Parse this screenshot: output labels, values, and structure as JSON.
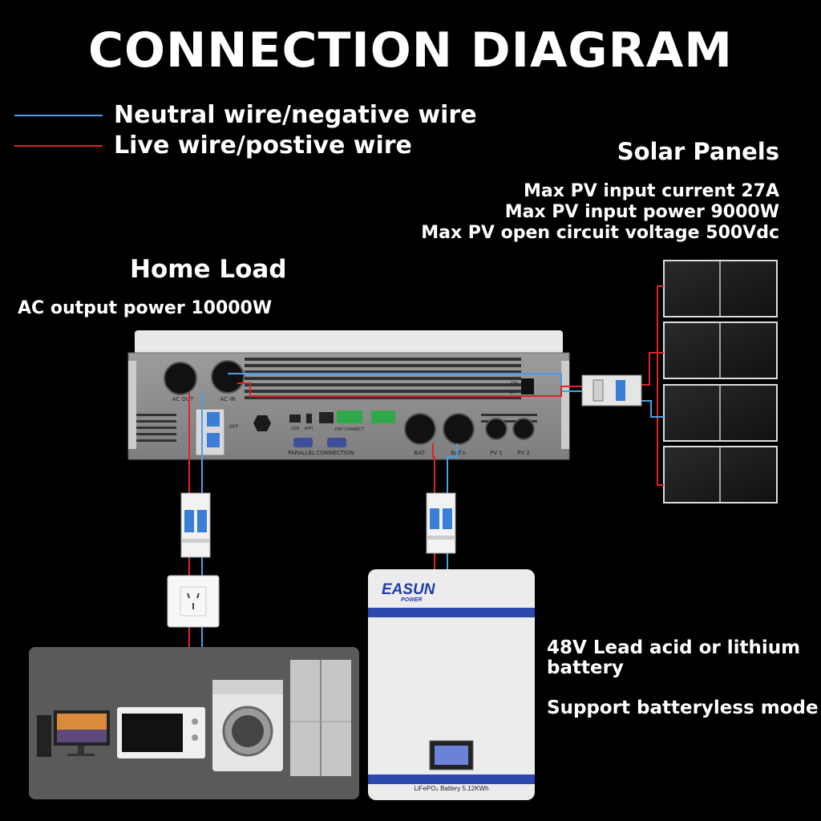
{
  "title": "CONNECTION DIAGRAM",
  "legend": {
    "neutral": {
      "label": "Neutral wire/negative wire",
      "color": "#4a9ee8"
    },
    "live": {
      "label": "Live wire/postive wire",
      "color": "#e02424"
    }
  },
  "solar": {
    "heading": "Solar Panels",
    "specs": [
      "Max PV input current 27A",
      "Max PV input power 9000W",
      "Max PV open circuit voltage 500Vdc"
    ]
  },
  "home": {
    "heading": "Home Load",
    "ac_output": "AC output power 10000W"
  },
  "inverter": {
    "ports": {
      "ac_out": "AC OUT",
      "ac_in": "AC IN",
      "parallel": "PARALLEL",
      "connection": "CONNECTION",
      "bat_neg": "BAT-",
      "bat_pos": "BAT+",
      "pv1": "PV 1",
      "pv2": "PV 2",
      "usb": "USB",
      "wifi": "WIFI",
      "dry": "DRY CONNECT",
      "on": "ON",
      "off": "OFF"
    }
  },
  "battery": {
    "brand_top": "EASUN",
    "brand_sub": "POWER",
    "model": "LiFePO₄ Battery 5.12KWh",
    "desc": "48V Lead acid or lithium battery",
    "mode": "Support batteryless mode"
  }
}
